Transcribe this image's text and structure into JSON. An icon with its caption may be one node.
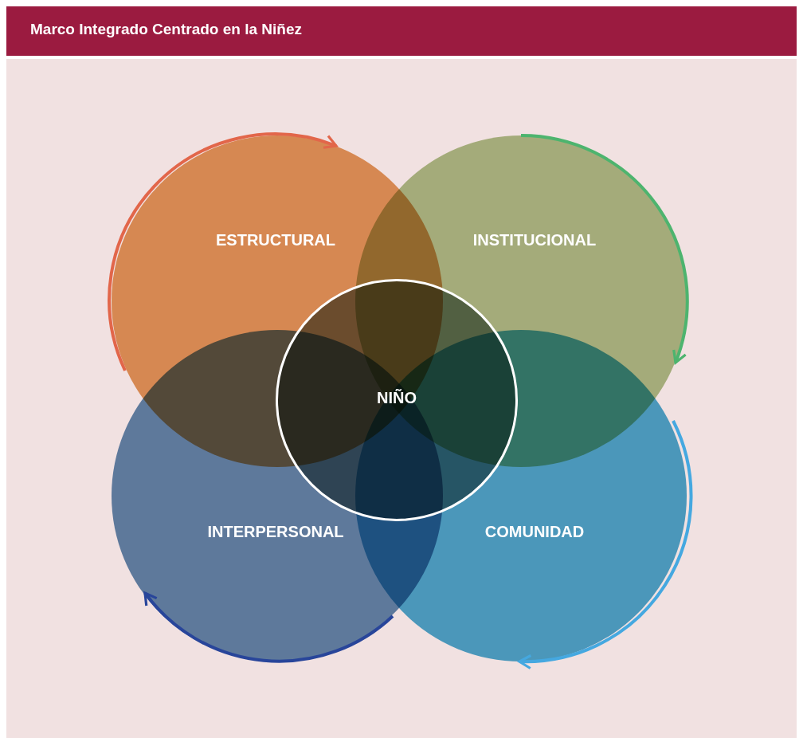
{
  "diagram": {
    "title": "Marco Integrado Centrado en la Niñez",
    "nodes": [
      {
        "text": [
          "ESTRUCTURAL"
        ]
      },
      {
        "text": [
          "INSTITUCIONAL"
        ]
      },
      {
        "text": [
          "INTERPERSONAL"
        ]
      },
      {
        "text": [
          "COMUNIDAD"
        ]
      },
      {
        "text": [
          "NIÑO"
        ]
      }
    ]
  }
}
